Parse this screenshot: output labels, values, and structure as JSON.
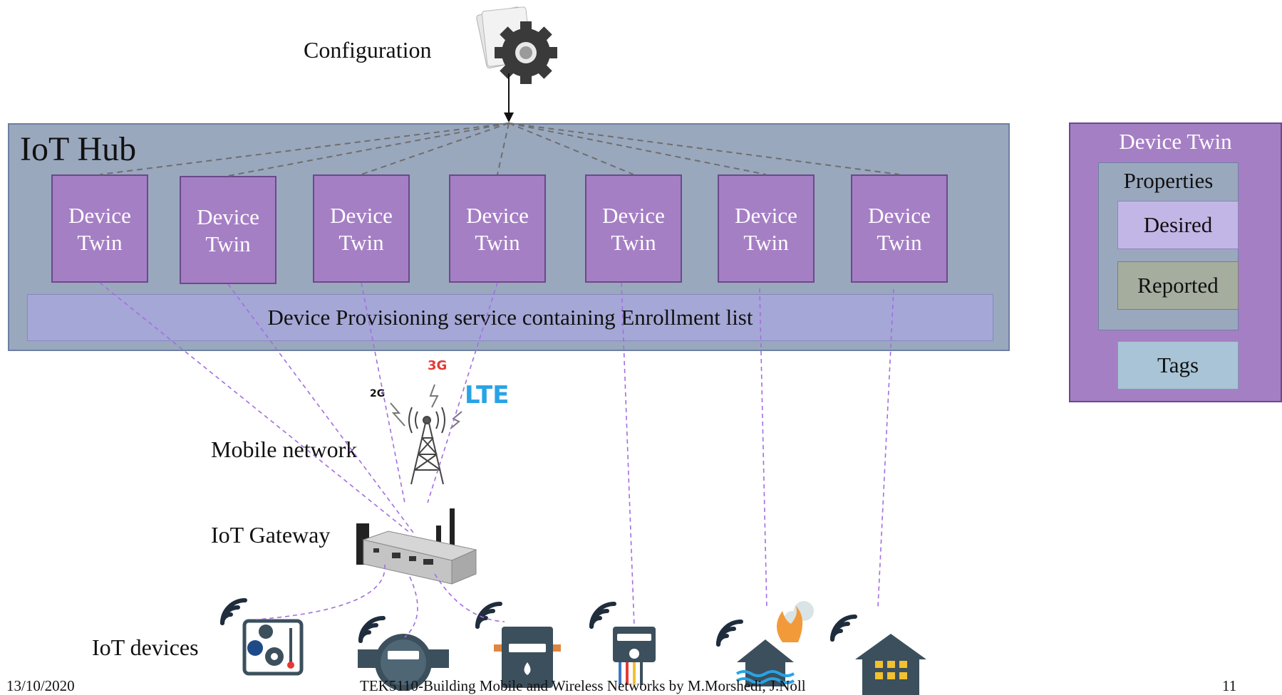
{
  "config": {
    "label": "Configuration",
    "icon": "gear-config-icon"
  },
  "hub": {
    "title": "IoT Hub",
    "device_twins": [
      {
        "line1": "Device",
        "line2": "Twin"
      },
      {
        "line1": "Device",
        "line2": "Twin"
      },
      {
        "line1": "Device",
        "line2": "Twin"
      },
      {
        "line1": "Device",
        "line2": "Twin"
      },
      {
        "line1": "Device",
        "line2": "Twin"
      },
      {
        "line1": "Device",
        "line2": "Twin"
      },
      {
        "line1": "Device",
        "line2": "Twin"
      }
    ],
    "provisioning": "Device Provisioning service containing Enrollment list"
  },
  "mobile": {
    "label": "Mobile network",
    "badges": [
      "2G",
      "3G",
      "LTE"
    ],
    "icon": "cell-tower-icon"
  },
  "gateway": {
    "label": "IoT Gateway",
    "icon": "gateway-router-icon"
  },
  "devices": {
    "label": "IoT devices",
    "items": [
      "thermostat-icon",
      "water-meter-icon",
      "gas-meter-icon",
      "electric-meter-icon",
      "flood-fire-house-icon",
      "smart-home-icon"
    ]
  },
  "panel": {
    "title": "Device Twin",
    "properties": "Properties",
    "desired": "Desired",
    "reported": "Reported",
    "tags": "Tags"
  },
  "footer": {
    "date": "13/10/2020",
    "course": "TEK5110-Building Mobile and Wireless Networks by M.Morshedi, J.Noll",
    "page": "11"
  },
  "colors": {
    "hub_bg": "#9aa8be",
    "twin_bg": "#a57fc4",
    "provisioning_bg": "#a5a7d6",
    "dash_gray": "#666666",
    "dash_purple": "#a070d8",
    "icon_dark": "#3c4f5c"
  }
}
